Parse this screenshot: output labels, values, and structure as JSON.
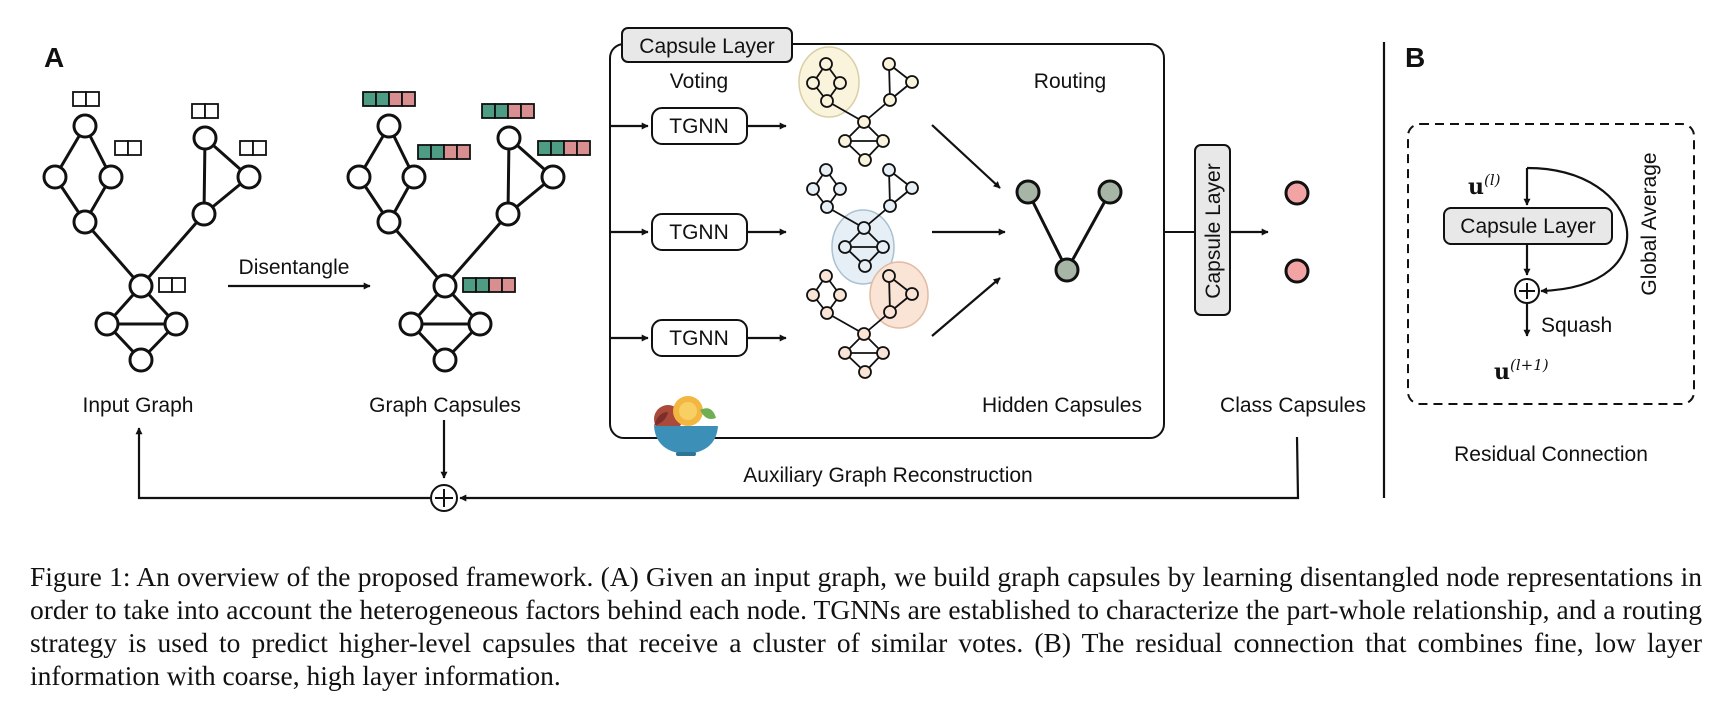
{
  "panel_a": {
    "letter": "A",
    "input_graph_label": "Input Graph",
    "disentangle_label": "Disentangle",
    "graph_capsules_label": "Graph Capsules",
    "capsule_layer_tag": "Capsule Layer",
    "voting_label": "Voting",
    "routing_label": "Routing",
    "tgnn_labels": [
      "TGNN",
      "TGNN",
      "TGNN"
    ],
    "hidden_capsules_label": "Hidden Capsules",
    "vertical_capsule_layer_label": "Capsule Layer",
    "class_capsules_label": "Class Capsules",
    "reconstruction_label": "Auxiliary Graph Reconstruction"
  },
  "panel_b": {
    "letter": "B",
    "input_vector": "u",
    "input_superscript": "(l)",
    "capsule_layer_label": "Capsule Layer",
    "global_average_label": "Global Average",
    "squash_label": "Squash",
    "output_vector": "u",
    "output_superscript": "(l+1)",
    "residual_connection_label": "Residual Connection"
  },
  "colors": {
    "capsule_green": "#4e9c84",
    "capsule_pink": "#d98f8f",
    "vote_yellow": "#fbf4dc",
    "vote_blue": "#e6eff6",
    "vote_peach": "#f9e4d6",
    "hidden_node": "#a6b5a6",
    "class_node": "#f2a3a3"
  },
  "caption": {
    "text": "Figure 1: An overview of the proposed framework. (A) Given an input graph, we build graph capsules by learning disentangled node representations in order to take into account the heterogeneous factors behind each node. TGNNs are established to characterize the part-whole relationship, and a routing strategy is used to predict higher-level capsules that receive a cluster of similar votes. (B) The residual connection that combines fine, low layer information with coarse, high layer information."
  }
}
